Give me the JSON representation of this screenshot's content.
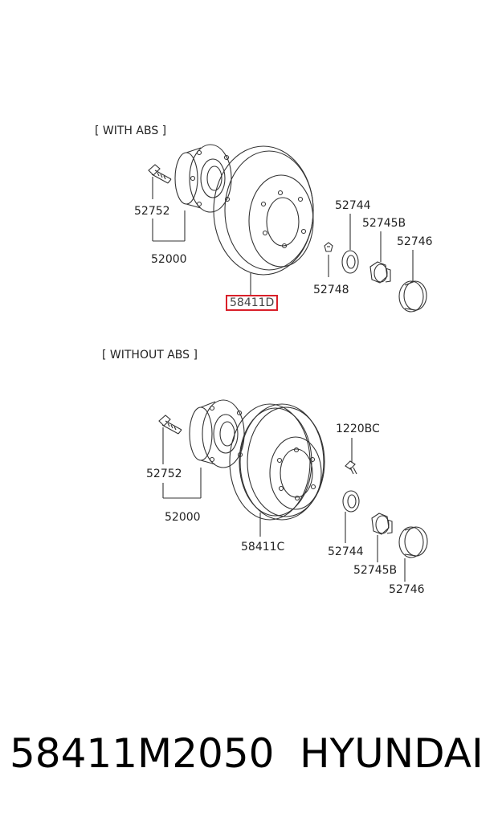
{
  "sections": {
    "with_abs": "[ WITH ABS ]",
    "without_abs": "[ WITHOUT ABS ]"
  },
  "parts_with_abs": {
    "bolt": "52752",
    "hub": "52000",
    "disc": "58411D",
    "nut_lock": "52748",
    "washer": "52744",
    "nut": "52745B",
    "cap": "52746"
  },
  "parts_without_abs": {
    "bolt": "52752",
    "hub": "52000",
    "drum": "58411C",
    "screw": "1220BC",
    "washer": "52744",
    "nut": "52745B",
    "cap": "52746"
  },
  "highlight_color": "#d9202a",
  "footer": {
    "part_number": "58411M2050",
    "brand": "HYUNDAI"
  }
}
